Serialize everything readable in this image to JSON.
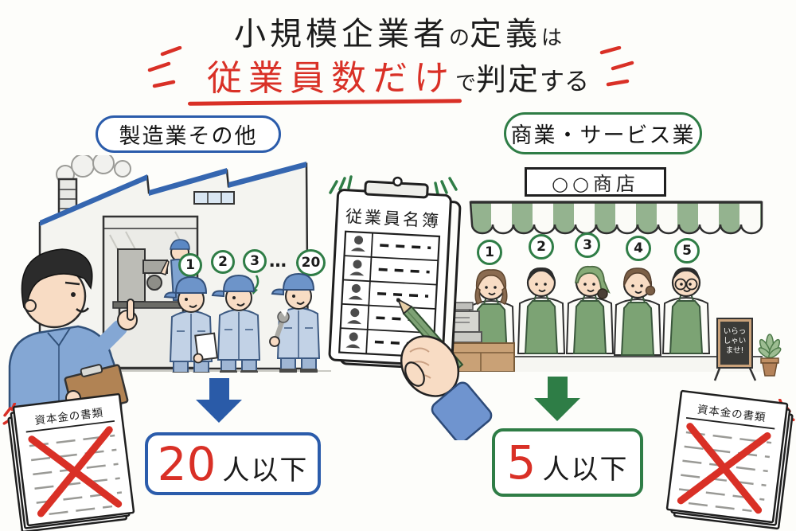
{
  "colors": {
    "red": "#d93026",
    "blue": "#2b5cab",
    "green": "#2f7d46",
    "ink": "#1f1f1f"
  },
  "title": {
    "line1_main1": "小規模企業者",
    "line1_small1": "の",
    "line1_main2": "定義",
    "line1_small2": "は",
    "line2_highlight": "従業員数だけ",
    "line2_small": "で",
    "line2_main": "判定",
    "line2_tail": "する"
  },
  "manufacturing": {
    "label": "製造業その他",
    "circle_numbers": [
      "1",
      "2",
      "3",
      "20"
    ],
    "ellipsis": "…",
    "limit_number": "20",
    "limit_suffix": "人以下"
  },
  "commerce": {
    "label": "商業・サービス業",
    "shop_sign": "○○商店",
    "circle_numbers": [
      "1",
      "2",
      "3",
      "4",
      "5"
    ],
    "chalkboard_lines": [
      "いらっ",
      "しゃい",
      "ませ!"
    ],
    "limit_number": "5",
    "limit_suffix": "人以下"
  },
  "roster": {
    "title": "従業員名簿"
  },
  "capital_doc": {
    "title": "資本金の書類"
  }
}
